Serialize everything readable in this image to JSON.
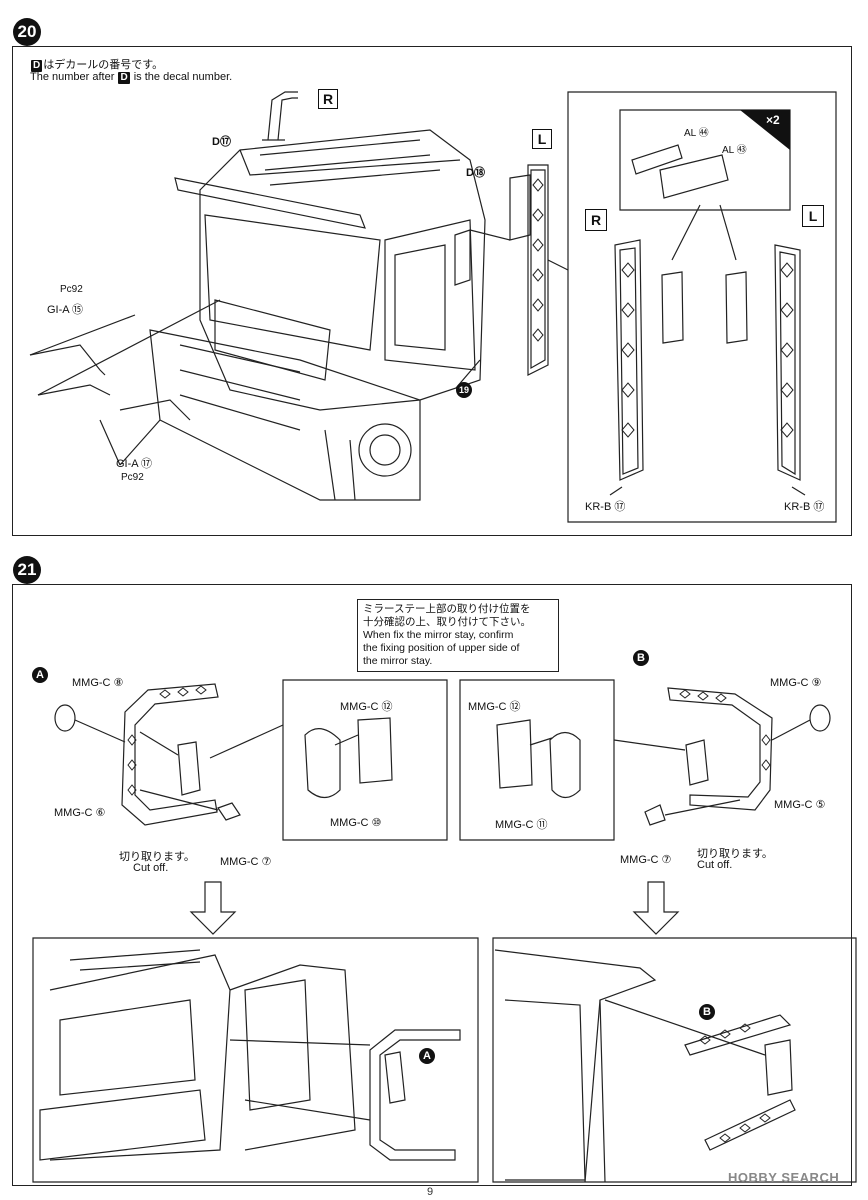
{
  "step20": {
    "number": "20",
    "decal_note_jp": "はデカールの番号です。",
    "decal_note_en_pre": "The number after",
    "decal_note_en_post": "is the decal number.",
    "decal_badge": "D",
    "labels": {
      "r_top": "R",
      "l_top": "L",
      "d17": "D⑰",
      "d18": "D⑱",
      "pc92_top": "Pc92",
      "gia15": "GI-A ⑮",
      "gia17": "GI-A ⑰",
      "pc92_bottom": "Pc92",
      "part19": "19",
      "inset_r": "R",
      "inset_l": "L",
      "x2": "×2",
      "al54": "AL ㊹",
      "al53": "AL ㊸",
      "krb17_left": "KR-B ⑰",
      "krb17_right": "KR-B ⑰"
    }
  },
  "step21": {
    "number": "21",
    "note_jp_1": "ミラーステー上部の取り付け位置を",
    "note_jp_2": "十分確認の上、取り付けて下さい。",
    "note_en_1": "When fix the mirror stay, confirm",
    "note_en_2": "the fixing position of upper side of",
    "note_en_3": "the mirror stay.",
    "labels": {
      "a_mark": "A",
      "b_mark": "B",
      "mmgc8": "MMG-C ⑧",
      "mmgc6": "MMG-C ⑥",
      "mmgc7_left": "MMG-C ⑦",
      "mmgc12_left": "MMG-C ⑫",
      "mmgc10": "MMG-C ⑩",
      "mmgc12_right": "MMG-C ⑫",
      "mmgc11": "MMG-C ⑪",
      "mmgc9": "MMG-C ⑨",
      "mmgc5": "MMG-C ⑤",
      "mmgc7_right": "MMG-C ⑦",
      "cutoff_jp_left": "切り取ります。",
      "cutoff_en_left": "Cut off.",
      "cutoff_jp_right": "切り取ります。",
      "cutoff_en_right": "Cut off.",
      "a_bottom": "A",
      "b_bottom": "B"
    }
  },
  "footer": {
    "page_number": "9",
    "watermark": "HOBBY SEARCH"
  }
}
